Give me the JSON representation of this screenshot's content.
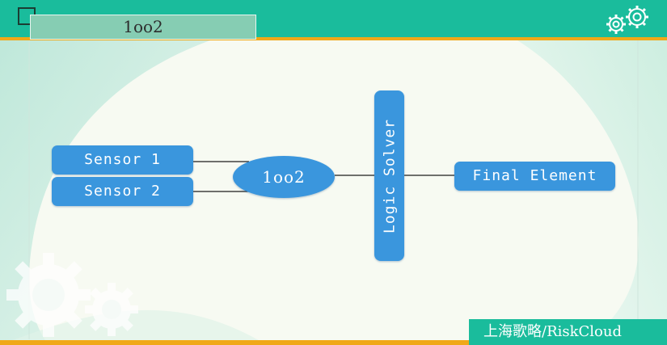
{
  "header": {
    "title": "1oo2"
  },
  "diagram": {
    "sensor_1": "Sensor 1",
    "sensor_2": "Sensor 2",
    "voter": "1oo2",
    "logic_solver": "Logic Solver",
    "final_element": "Final Element"
  },
  "footer": {
    "brand": "上海歌略/RiskCloud"
  },
  "colors": {
    "header_bar": "#1abc9c",
    "accent_line": "#f0a818",
    "node_fill": "#3a96dd",
    "node_text": "#ffffff",
    "title_box": "#86cdb3"
  },
  "icons": [
    "gear-icon",
    "gear-icon-large-watermark"
  ]
}
